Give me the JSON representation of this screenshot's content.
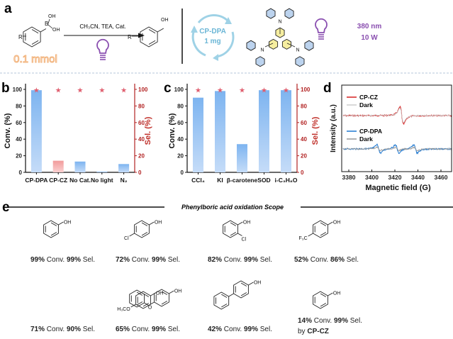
{
  "panel_labels": {
    "a": "a",
    "b": "b",
    "c": "c",
    "d": "d",
    "e": "e"
  },
  "scheme": {
    "reactant_r": "R",
    "boron": "B",
    "oh": "OH",
    "conditions": "CH₃CN, TEA, Cat.",
    "amount": "0.1 mmol",
    "product_r": "R",
    "product_oh": "OH",
    "catalyst_name": "CP-DPA",
    "catalyst_amount": "1 mg",
    "atom_n": "N",
    "light_wavelength": "380 nm",
    "light_power": "10 W",
    "icons": [
      "light-bulb-icon",
      "cycle-arrows-icon"
    ],
    "colors": {
      "amount": "#f2b27a",
      "catalyst": "#6bb6d6",
      "light": "#8a4fb0",
      "core": "#f6eea0",
      "aryl": "#bcd3ee"
    }
  },
  "chart_data": [
    {
      "id": "b",
      "type": "bar",
      "categories": [
        "CP-DPA",
        "CP-CZ",
        "No Cat.",
        "No light",
        "N₂"
      ],
      "series": [
        {
          "name": "Conv. (%)",
          "axis": "left",
          "values": [
            99,
            14,
            13,
            1,
            10
          ]
        },
        {
          "name": "Sel. (%)",
          "axis": "right",
          "marker": "star",
          "values": [
            99,
            99,
            99,
            99,
            99
          ]
        }
      ],
      "bar_colors": [
        "#7fb5f0",
        "#f4a3a3",
        "#7fb5f0",
        "#7fb5f0",
        "#7fb5f0"
      ],
      "ylabel": "Conv. (%)",
      "y2label": "Sel. (%)",
      "ylim": [
        0,
        100
      ],
      "y2lim": [
        0,
        100
      ],
      "yticks": [
        0,
        20,
        40,
        60,
        80,
        100
      ]
    },
    {
      "id": "c",
      "type": "bar",
      "categories": [
        "CCl₄",
        "KI",
        "β-carotene",
        "SOD",
        "i-C₃H₈O"
      ],
      "series": [
        {
          "name": "Conv. (%)",
          "axis": "left",
          "values": [
            90,
            98,
            34,
            99,
            99
          ]
        },
        {
          "name": "Sel. (%)",
          "axis": "right",
          "marker": "star",
          "values": [
            99,
            99,
            99,
            99,
            99
          ]
        }
      ],
      "bar_colors": [
        "#7fb5f0",
        "#7fb5f0",
        "#7fb5f0",
        "#7fb5f0",
        "#7fb5f0"
      ],
      "ylabel": "Conv. (%)",
      "y2label": "Sel. (%)",
      "ylim": [
        0,
        100
      ],
      "y2lim": [
        0,
        100
      ],
      "yticks": [
        0,
        20,
        40,
        60,
        80,
        100
      ]
    },
    {
      "id": "d",
      "type": "line",
      "xlabel": "Magnetic field (G)",
      "ylabel": "Intensity (a.u.)",
      "xlim": [
        3374,
        3470
      ],
      "xticks": [
        3380,
        3400,
        3420,
        3440,
        3460
      ],
      "series": [
        {
          "name": "CP-CZ",
          "color": "#d62020",
          "offset": 1.0,
          "centers": [
            3426
          ],
          "amplitude": 1.0
        },
        {
          "name": "Dark",
          "color": "#cccccc",
          "offset": 1.0,
          "centers": [
            3426
          ],
          "amplitude": 0.85
        },
        {
          "name": "CP-DPA",
          "color": "#1f78d0",
          "offset": 0.0,
          "centers": [
            3406,
            3422,
            3438
          ],
          "amplitude": 0.55
        },
        {
          "name": "Dark",
          "color": "#999999",
          "offset": 0.0,
          "centers": [
            3406,
            3422,
            3438
          ],
          "amplitude": 0.2
        }
      ]
    }
  ],
  "scope": {
    "title": "Phenylboric acid oxidation Scope",
    "conv_label": "Conv.",
    "sel_label": "Sel.",
    "items": [
      {
        "substituent": "",
        "oh": "OH",
        "conv": "99%",
        "sel": "99%"
      },
      {
        "substituent": "Cl",
        "oh": "OH",
        "conv": "72%",
        "sel": "99%"
      },
      {
        "substituent": "Cl",
        "oh": "OH",
        "conv": "82%",
        "sel": "99%"
      },
      {
        "substituent": "F₃C",
        "oh": "OH",
        "conv": "52%",
        "sel": "86%"
      },
      {
        "substituent": "H₃CO",
        "oh": "OH",
        "conv": "71%",
        "sel": "90%"
      },
      {
        "substituent": "O",
        "oh": "OH",
        "conv": "65%",
        "sel": "99%"
      },
      {
        "substituent": "",
        "oh": "OH",
        "conv": "42%",
        "sel": "99%"
      },
      {
        "substituent": "",
        "oh": "OH",
        "conv": "14%",
        "sel": "99%",
        "note_prefix": "by",
        "note_catalyst": "CP-CZ"
      }
    ]
  }
}
